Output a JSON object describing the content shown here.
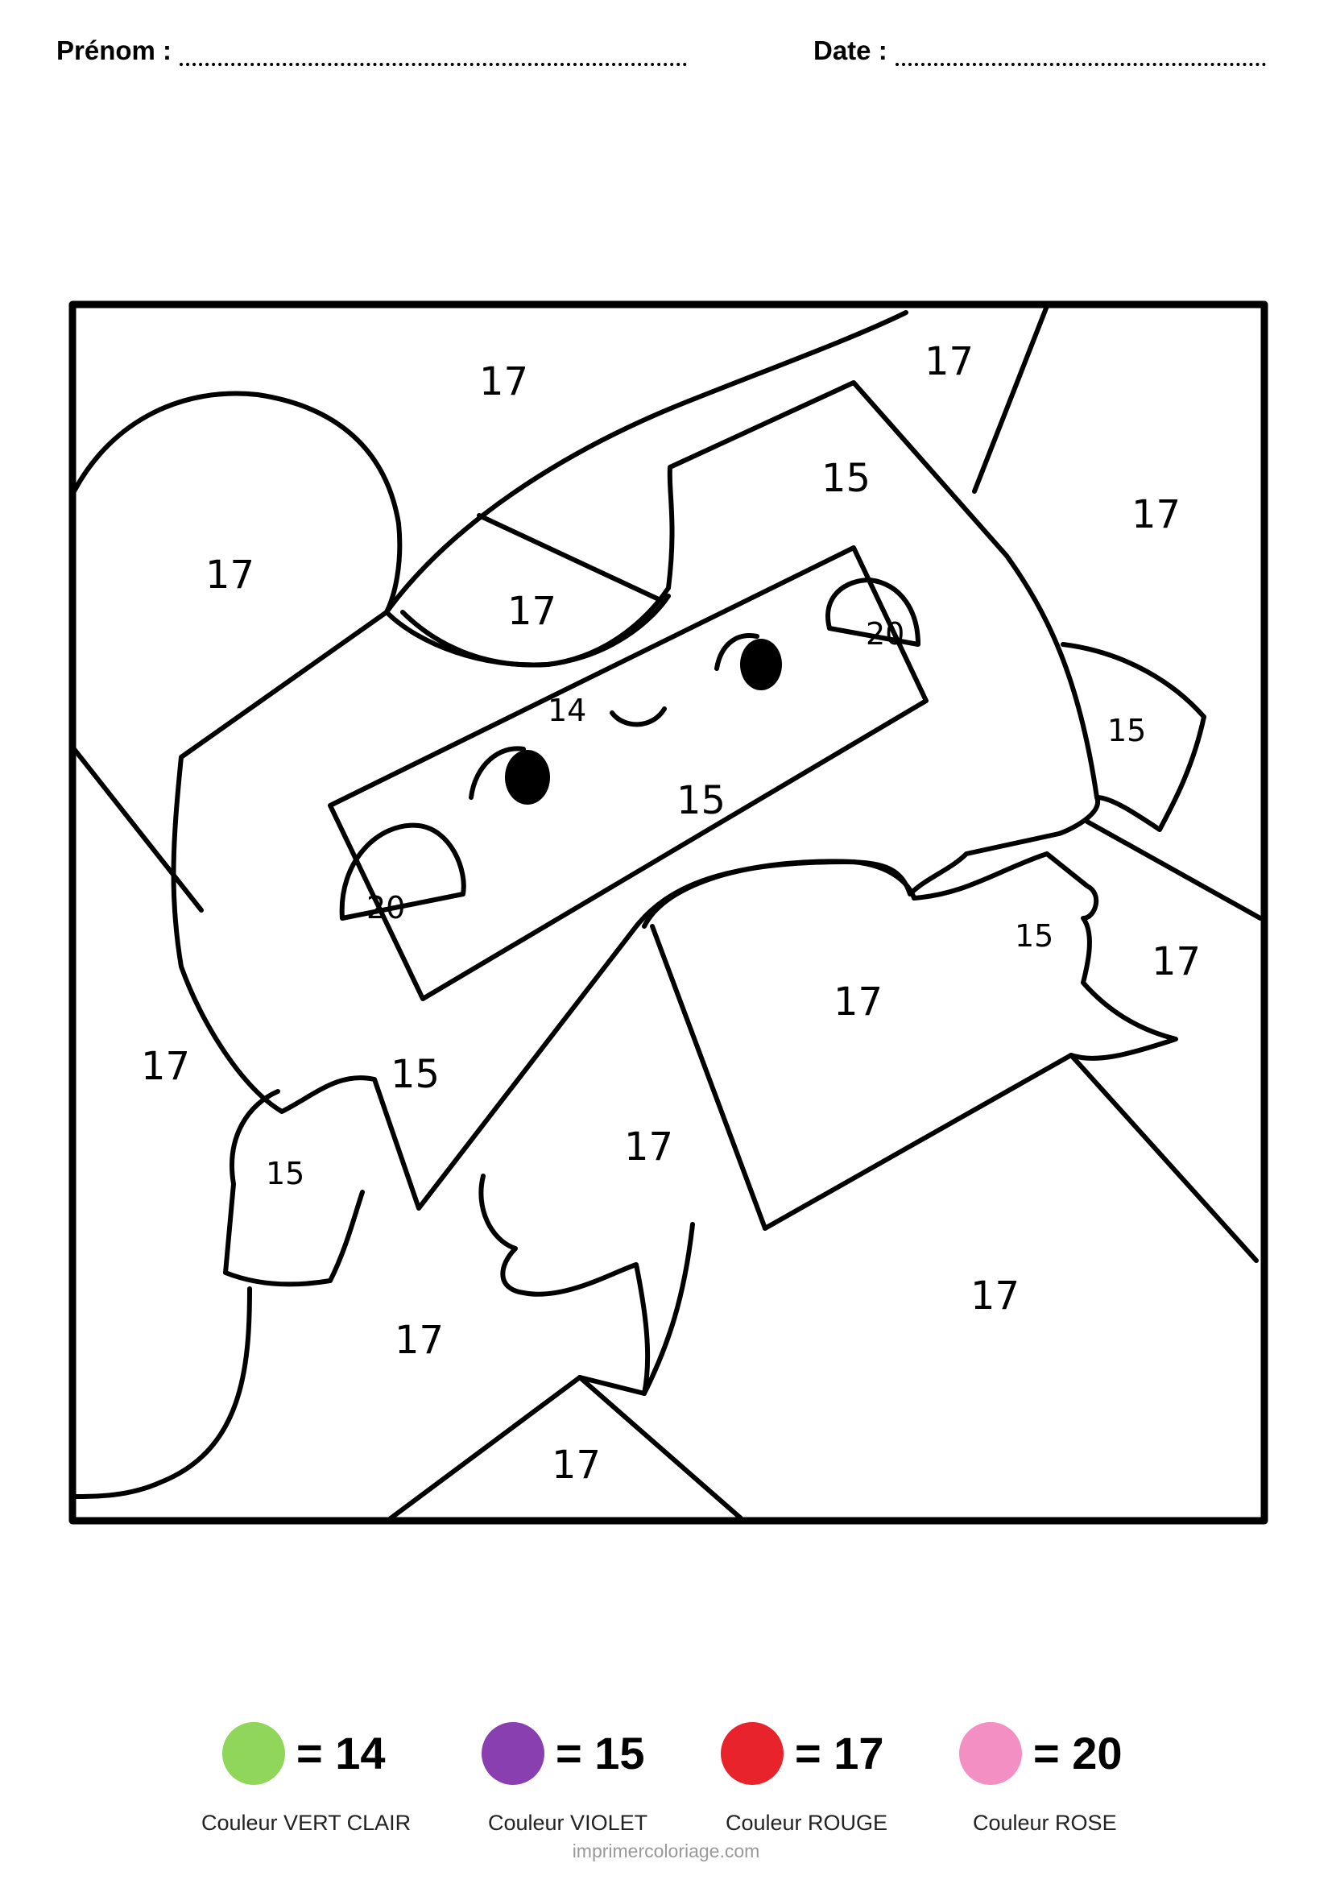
{
  "header": {
    "name_label": "Prénom :",
    "date_label": "Date :"
  },
  "picture": {
    "region_numbers": [
      "17",
      "17",
      "17",
      "17",
      "15",
      "17",
      "14",
      "15",
      "20",
      "20",
      "15",
      "17",
      "15",
      "17",
      "17",
      "15",
      "17",
      "15",
      "17",
      "17",
      "17"
    ]
  },
  "legend": [
    {
      "value": "= 14",
      "label": "Couleur VERT CLAIR",
      "color": "#8fd65b"
    },
    {
      "value": "= 15",
      "label": "Couleur VIOLET",
      "color": "#8a3fb0"
    },
    {
      "value": "= 17",
      "label": "Couleur ROUGE",
      "color": "#e8232b"
    },
    {
      "value": "= 20",
      "label": "Couleur ROSE",
      "color": "#f48fc3"
    }
  ],
  "footer": {
    "site": "imprimercoloriage.com"
  }
}
